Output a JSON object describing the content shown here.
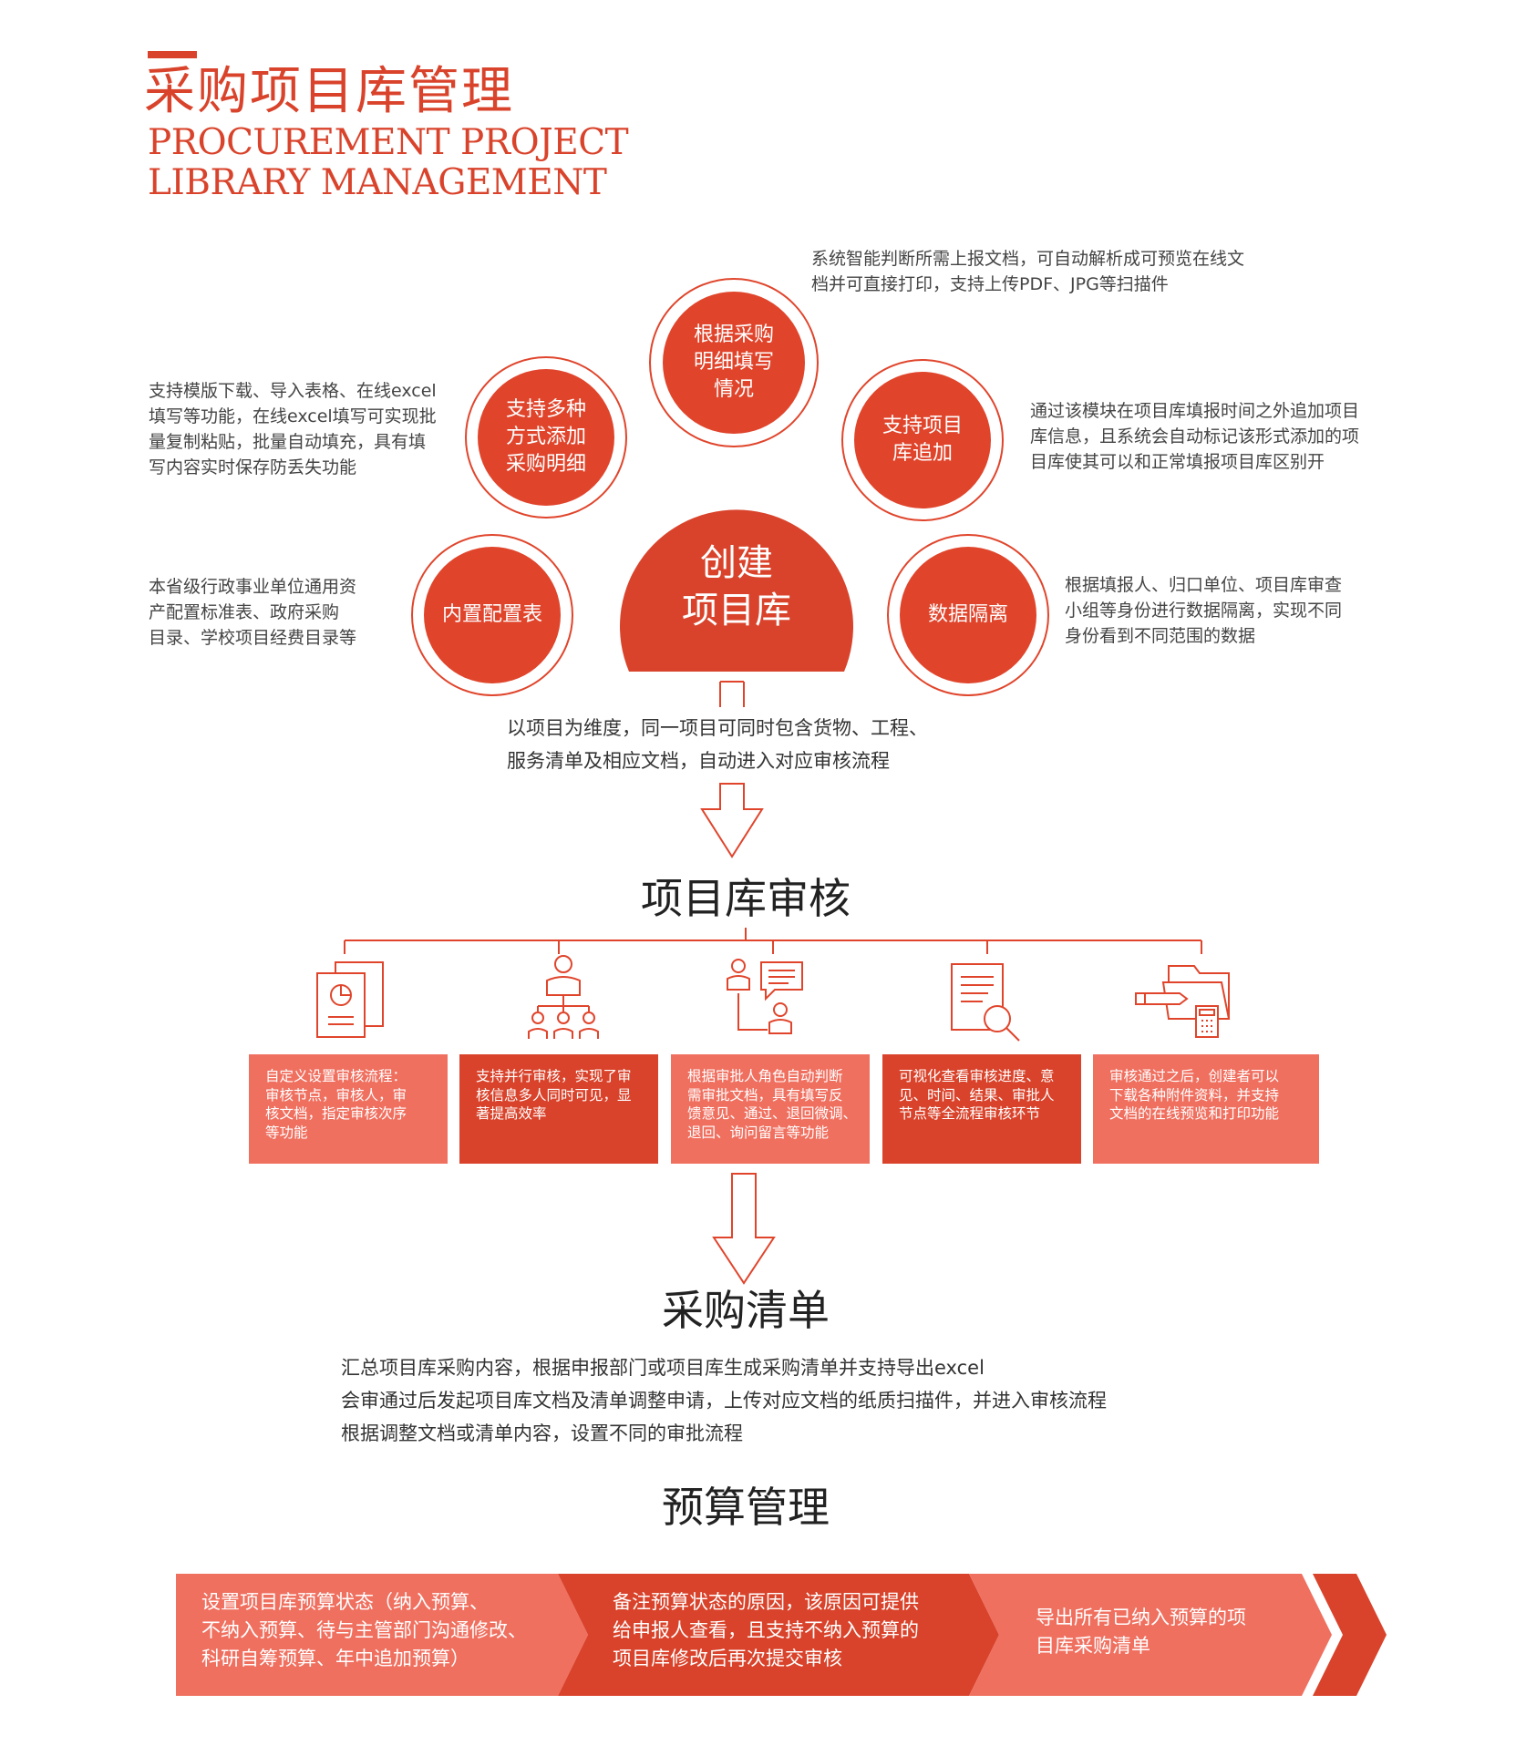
{
  "header": {
    "title_cn": "采购项目库管理",
    "title_en_line1": "PROCUREMENT PROJECT",
    "title_en_line2": "LIBRARY MANAGEMENT"
  },
  "colors": {
    "accent": "#d9432b",
    "primary_red": "#e0452c",
    "light_red": "#f07060",
    "box_red": "#d9432b"
  },
  "hub": {
    "center_label_line1": "创建",
    "center_label_line2": "项目库",
    "center_note_line1": "以项目为维度，同一项目可同时包含货物、工程、",
    "center_note_line2": "服务清单及相应文档，自动进入对应审核流程",
    "nodes": {
      "top": {
        "label": "根据采购\n明细填写\n情况",
        "desc_line1": "系统智能判断所需上报文档，可自动解析成可预览在线文",
        "desc_line2": "档并可直接打印，支持上传PDF、JPG等扫描件"
      },
      "upper_left": {
        "label": "支持多种\n方式添加\n采购明细",
        "desc_line1": "支持模版下载、导入表格、在线excel",
        "desc_line2": "填写等功能，在线excel填写可实现批",
        "desc_line3": "量复制粘贴，批量自动填充，具有填",
        "desc_line4": "写内容实时保存防丢失功能"
      },
      "upper_right": {
        "label": "支持项目\n库追加",
        "desc_line1": "通过该模块在项目库填报时间之外追加项目",
        "desc_line2": "库信息，且系统会自动标记该形式添加的项",
        "desc_line3": "目库使其可以和正常填报项目库区别开"
      },
      "lower_left": {
        "label": "内置配置表",
        "desc_line1": "本省级行政事业单位通用资",
        "desc_line2": "产配置标准表、政府采购",
        "desc_line3": "目录、学校项目经费目录等"
      },
      "lower_right": {
        "label": "数据隔离",
        "desc_line1": "根据填报人、归口单位、项目库审查",
        "desc_line2": "小组等身份进行数据隔离，实现不同",
        "desc_line3": "身份看到不同范围的数据"
      }
    }
  },
  "review": {
    "title": "项目库审核",
    "boxes": [
      {
        "icon": "document-chart-icon",
        "text": "自定义设置审核流程：\n审核节点，审核人，审\n核文档，指定审核次序\n等功能"
      },
      {
        "icon": "org-hierarchy-icon",
        "text": "支持并行审核，实现了审\n核信息多人同时可见，显\n著提高效率"
      },
      {
        "icon": "user-comment-icon",
        "text": "根据审批人角色自动判断\n需审批文档，具有填写反\n馈意见、通过、退回微调、\n退回、询问留言等功能"
      },
      {
        "icon": "document-search-icon",
        "text": "可视化查看审核进度、意\n见、时间、结果、审批人\n节点等全流程审核环节"
      },
      {
        "icon": "folder-calculator-icon",
        "text": "审核通过之后，创建者可以\n下载各种附件资料，并支持\n文档的在线预览和打印功能"
      }
    ]
  },
  "purchase_list": {
    "title": "采购清单",
    "lines": [
      "汇总项目库采购内容，根据申报部门或项目库生成采购清单并支持导出excel",
      "会审通过后发起项目库文档及清单调整申请，上传对应文档的纸质扫描件，并进入审核流程",
      "根据调整文档或清单内容，设置不同的审批流程"
    ]
  },
  "budget": {
    "title": "预算管理",
    "steps": [
      {
        "text": "设置项目库预算状态（纳入预算、\n不纳入预算、待与主管部门沟通修改、\n科研自筹预算、年中追加预算）"
      },
      {
        "text": "备注预算状态的原因，该原因可提供\n给申报人查看，且支持不纳入预算的\n项目库修改后再次提交审核"
      },
      {
        "text": "导出所有已纳入预算的项\n目库采购清单"
      }
    ]
  }
}
